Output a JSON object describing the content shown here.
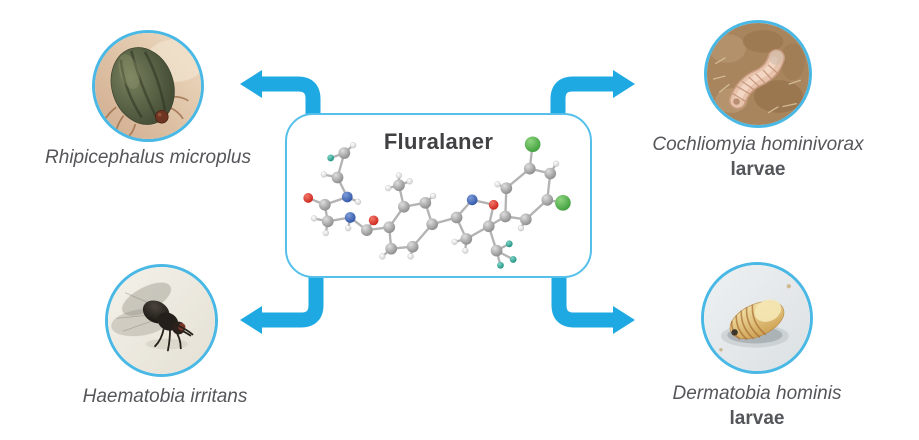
{
  "diagram": {
    "title": "Fluralaner",
    "description": "Central fluralaner molecule 3D ball-and-stick model with arrows pointing to four target parasite photos"
  },
  "targets": [
    {
      "name": "Rhipicephalus microplus",
      "suffix": "",
      "position": "top-left",
      "photo": "engorged cattle tick on skin"
    },
    {
      "name": "Cochliomyia hominivorax",
      "suffix": "larvae",
      "position": "top-right",
      "photo": "screwworm larva on soil"
    },
    {
      "name": "Haematobia irritans",
      "suffix": "",
      "position": "bottom-left",
      "photo": "horn fly on light surface"
    },
    {
      "name": "Dermatobia hominis",
      "suffix": "larvae",
      "position": "bottom-right",
      "photo": "botfly larva on pale background"
    }
  ],
  "colors": {
    "arrow": "#1ea9e2",
    "box_border": "#56c0ea",
    "circle_border": "#49b8e5",
    "label_text": "#55565a",
    "title_text": "#414042",
    "atom_carbon": "#8f8f8f",
    "atom_hydrogen": "#e8e8e8",
    "atom_nitrogen": "#2f55a5",
    "atom_oxygen": "#cc2418",
    "atom_chlorine": "#3f9e3c",
    "atom_fluorine": "#1f8f80"
  }
}
